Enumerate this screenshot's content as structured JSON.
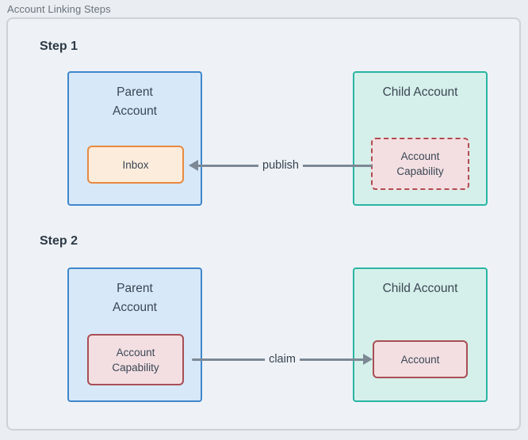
{
  "figure": {
    "title": "Account Linking Steps"
  },
  "palette": {
    "page_background": "#eaedf1",
    "canvas_background": "#eef2f6",
    "canvas_border": "#cbd2d9",
    "parent_fill": "#d7e8f8",
    "parent_border": "#3e87cb",
    "child_fill": "#d5f0ea",
    "child_border": "#2ab4a4",
    "inbox_fill": "#fcecdc",
    "inbox_border": "#e78a40",
    "capability_fill": "#f3dfe2",
    "capability_border": "#a94e54",
    "arrow": "#7c8894",
    "text": "#3a4654"
  },
  "steps": [
    {
      "label": "Step 1",
      "parent": {
        "title": "Parent Account",
        "inner_label": "Inbox"
      },
      "child": {
        "title": "Child Account",
        "inner_label": "Account Capability"
      },
      "arrow": {
        "label": "publish",
        "direction": "child-to-parent"
      }
    },
    {
      "label": "Step 2",
      "parent": {
        "title": "Parent Account",
        "inner_label": "Account Capability"
      },
      "child": {
        "title": "Child Account",
        "inner_label": "Account"
      },
      "arrow": {
        "label": "claim",
        "direction": "parent-to-child"
      }
    }
  ]
}
